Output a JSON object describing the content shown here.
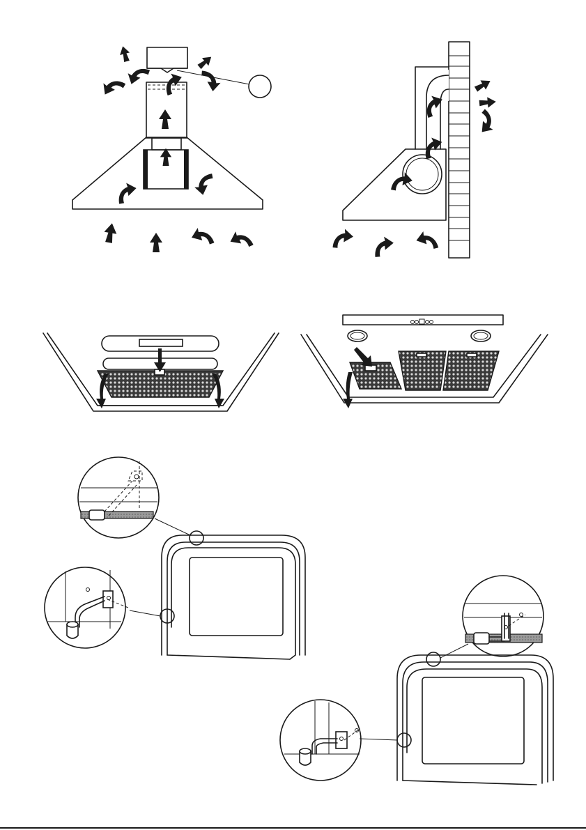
{
  "callout_label": "",
  "figures": [
    {
      "id": "fig1",
      "icon": "chimney-hood-recirculation"
    },
    {
      "id": "fig2",
      "icon": "hood-ducted-extraction"
    },
    {
      "id": "fig3",
      "icon": "grease-filter-removal-front"
    },
    {
      "id": "fig4",
      "icon": "grease-filter-removal-underside"
    },
    {
      "id": "fig5",
      "icon": "glass-panel-hinge-detail-left"
    },
    {
      "id": "fig6",
      "icon": "glass-panel-hinge-detail-right"
    }
  ]
}
